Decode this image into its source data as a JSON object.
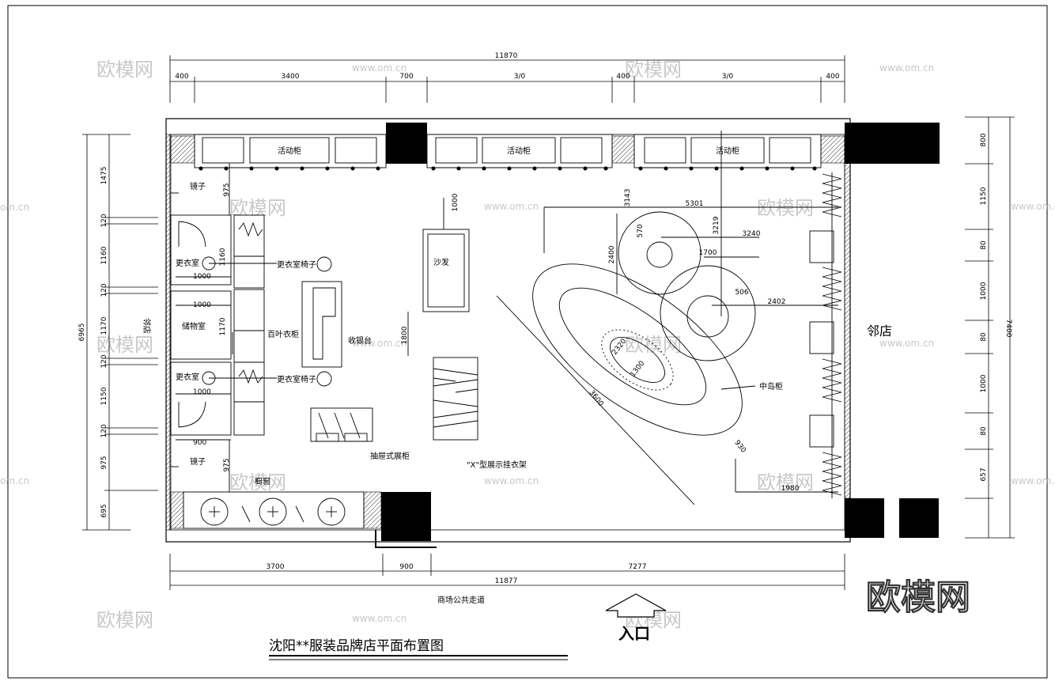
{
  "title": "沈阳**服装品牌店平面布置图",
  "entrance": "入口",
  "logo": "欧模网",
  "watermark": {
    "brand": "欧模网",
    "url": "www.om.cn",
    "url_fragment": "om.cn"
  },
  "top_dims": {
    "total": "11870",
    "d1": "400",
    "d2": "3400",
    "d3": "700",
    "d4": "3/0",
    "d5": "400",
    "d6": "3/0",
    "d7": "400"
  },
  "bottom_dims": {
    "d1": "3700",
    "d2": "900",
    "d3": "7277",
    "total": "11877",
    "corridor": "商场公共走道"
  },
  "left_dims": {
    "total": "6965",
    "d1": "1475",
    "d2": "120",
    "d3": "1160",
    "d4": "120",
    "d5": "1170",
    "d6": "120",
    "d7": "1150",
    "d8": "120",
    "d9": "975",
    "d10": "695"
  },
  "right_dims": {
    "total": "7400",
    "d1": "800",
    "d2": "1150",
    "d3": "80",
    "d4": "1000",
    "d5": "80",
    "d6": "1000",
    "d7": "80",
    "d8": "657"
  },
  "labels": {
    "cabinet1": "活动柜",
    "cabinet2": "活动柜",
    "cabinet3": "活动柜",
    "mirror1": "镜子",
    "mirror2": "镜子",
    "fitting1": "更衣室",
    "fitting2": "更衣室",
    "warehouse": "储物室",
    "fitting_chair1": "更衣室椅子",
    "fitting_chair2": "更衣室椅子",
    "sofa": "沙发",
    "cashier": "收银台",
    "neighbor_left": "邻店",
    "neighbor_right": "邻店",
    "island": "中岛柜",
    "clothes_rack": "\"X\"型展示挂衣架",
    "drawer_cabinet": "抽屉式展柜",
    "window_display": "橱窗",
    "display_shelf": "百叶衣柜"
  },
  "inner_dims": {
    "a1": "1000",
    "a2": "1000",
    "a3": "1000",
    "a4": "900",
    "a5": "975",
    "a6": "975",
    "a7": "1160",
    "a8": "1170",
    "a9": "1000",
    "a10": "1800",
    "a11": "3143",
    "a12": "3219",
    "a13": "5301",
    "a14": "3240",
    "a15": "570",
    "a16": "1700",
    "a17": "2400",
    "a18": "506",
    "a19": "2402",
    "a20": "3600",
    "a21": "1980",
    "a22": "930",
    "a23": "2320",
    "a24": "1300"
  }
}
